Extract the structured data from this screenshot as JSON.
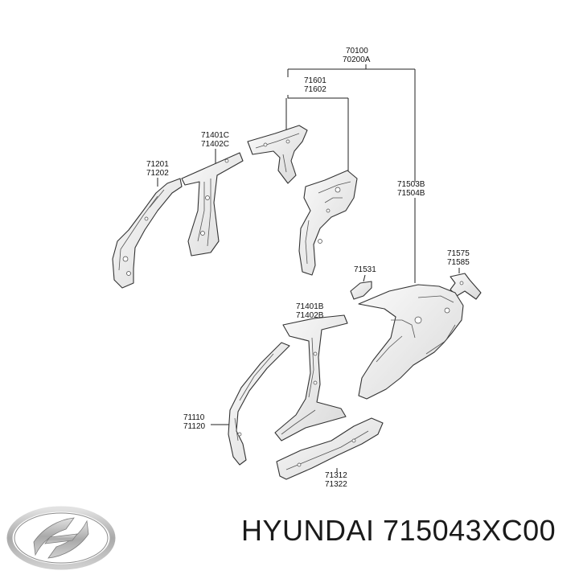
{
  "diagram": {
    "callouts": [
      {
        "id": "a",
        "line1": "70100",
        "line2": "70200A"
      },
      {
        "id": "b",
        "line1": "71601",
        "line2": "71602"
      },
      {
        "id": "c",
        "line1": "71401C",
        "line2": "71402C"
      },
      {
        "id": "d",
        "line1": "71201",
        "line2": "71202"
      },
      {
        "id": "e",
        "line1": "71503B",
        "line2": "71504B"
      },
      {
        "id": "f",
        "line1": "71575",
        "line2": "71585"
      },
      {
        "id": "g",
        "line1": "71531",
        "line2": ""
      },
      {
        "id": "h",
        "line1": "71401B",
        "line2": "71402B"
      },
      {
        "id": "i",
        "line1": "71110",
        "line2": "71120"
      },
      {
        "id": "j",
        "line1": "71312",
        "line2": "71322"
      }
    ]
  },
  "brand": {
    "logo_icon": "hyundai-logo-icon",
    "caption": "HYUNDAI 715043XC00"
  },
  "colors": {
    "part_fill": "#f2f2f2",
    "part_shadow": "#cfcfcf",
    "line": "#222222",
    "logo_silver": "#b8b8b8"
  }
}
